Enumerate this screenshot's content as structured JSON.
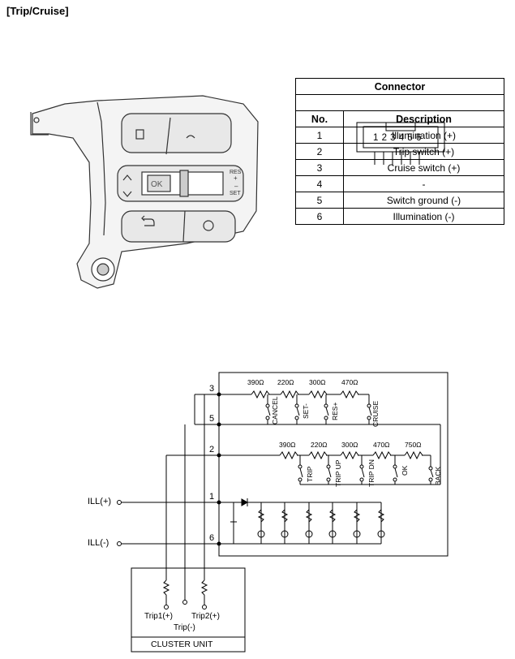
{
  "header": {
    "title": "[Trip/Cruise]"
  },
  "switch_buttons": {
    "ok": "OK",
    "res_plus": "RES\n+",
    "minus_set": "–\nSET"
  },
  "connector": {
    "title": "Connector",
    "pin_numbers": "1 2 3 4 5 6",
    "columns": {
      "no": "No.",
      "description": "Description"
    },
    "rows": [
      {
        "no": "1",
        "description": "Illumination (+)"
      },
      {
        "no": "2",
        "description": "Trip switch (+)"
      },
      {
        "no": "3",
        "description": "Cruise switch (+)"
      },
      {
        "no": "4",
        "description": "-"
      },
      {
        "no": "5",
        "description": "Switch ground (-)"
      },
      {
        "no": "6",
        "description": "Illumination (-)"
      }
    ]
  },
  "schematic": {
    "pins": {
      "p3": "3",
      "p5": "5",
      "p2": "2",
      "p1": "1",
      "p6": "6"
    },
    "cruise_resistors": [
      "390Ω",
      "220Ω",
      "300Ω",
      "470Ω"
    ],
    "cruise_switches": [
      "CANCEL",
      "SET-",
      "RES+",
      "CRUISE"
    ],
    "trip_resistors": [
      "390Ω",
      "220Ω",
      "300Ω",
      "470Ω",
      "750Ω"
    ],
    "trip_switches": [
      "TRIP",
      "TRIP UP",
      "TRIP DN",
      "OK",
      "BACK"
    ],
    "ill_plus": "ILL(+)",
    "ill_minus": "ILL(-)",
    "trip1": "Trip1(+)",
    "trip_minus": "Trip(-)",
    "trip2": "Trip2(+)",
    "cluster": "CLUSTER UNIT"
  }
}
